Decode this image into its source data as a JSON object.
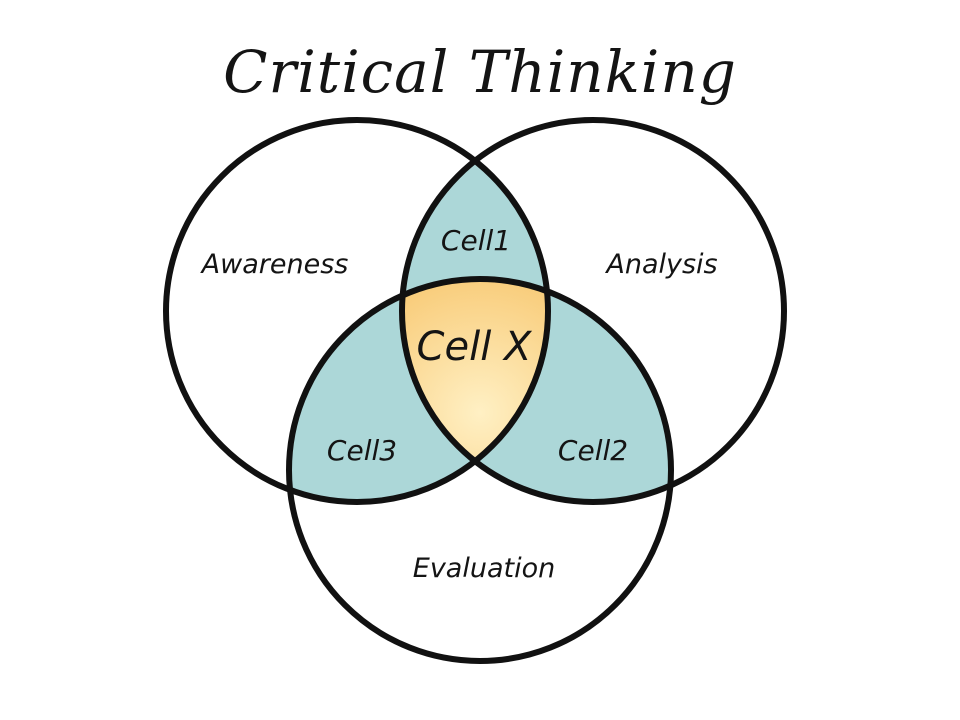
{
  "title": "Critical Thinking",
  "circles": {
    "awareness": "Awareness",
    "analysis": "Analysis",
    "evaluation": "Evaluation"
  },
  "regions": {
    "cell1": "Cell1",
    "cell2": "Cell2",
    "cell3": "Cell3",
    "cellx": "Cell X"
  },
  "colors": {
    "pair_overlap": "#acd7d8",
    "center_light": "#fff0c4",
    "center_dark": "#f3b040",
    "stroke": "#111111",
    "text": "#141414"
  }
}
